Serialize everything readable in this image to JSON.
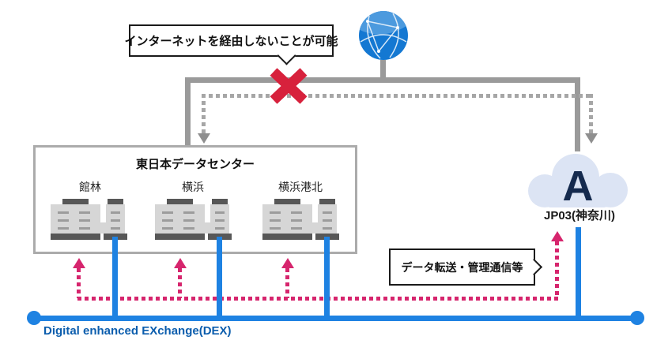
{
  "callouts": {
    "no_internet": "インターネットを経由しないことが可能",
    "transfer": "データ転送・管理通信等"
  },
  "internet": {
    "icon": "globe-icon"
  },
  "datacenter": {
    "title": "東日本データセンター",
    "servers": [
      "館林",
      "横浜",
      "横浜港北"
    ]
  },
  "cloud": {
    "icon": "cloud-icon",
    "letter": "A",
    "label": "JP03(神奈川)"
  },
  "dex": {
    "label": "Digital enhanced EXchange(DEX)"
  },
  "icons": {
    "blocked": "red-x-icon",
    "flow_down": "gray-dotted-arrow-down",
    "flow_up": "pink-dotted-arrow-up"
  },
  "colors": {
    "dex_blue": "#1e82e2",
    "dex_text": "#0b5dad",
    "pink": "#d6256d",
    "gray_line": "#9a9a9a",
    "red_x": "#d7213c",
    "cloud_fill": "#dce4f4",
    "cloud_letter": "#152a4e",
    "server_dark": "#575757",
    "server_light": "#d6d6d6"
  }
}
